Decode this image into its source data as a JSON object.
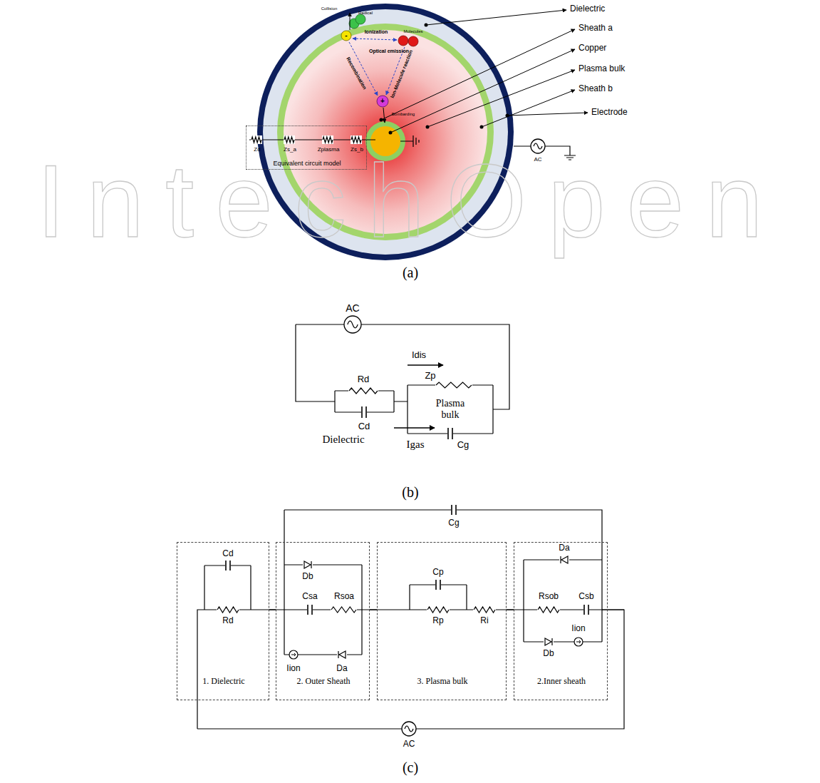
{
  "diagram": {
    "nodes": [
      {
        "text": [
          "Zd",
          "Zs_a",
          "Zplasma",
          "Zs_b",
          "Equivalent circuit model"
        ]
      },
      {
        "text": [
          "1. Dielectric"
        ]
      },
      {
        "text": [
          "2. Outer Sheath"
        ]
      },
      {
        "text": [
          "3. Plasma bulk"
        ]
      },
      {
        "text": [
          "2.Inner sheath"
        ]
      }
    ],
    "edges": [
      {
        "from": 1,
        "to": 2,
        "arrow": "none"
      },
      {
        "from": 2,
        "to": 3,
        "arrow": "none"
      },
      {
        "from": 3,
        "to": 4,
        "arrow": "none"
      }
    ],
    "labels": [
      "Dielectric",
      "Sheath a",
      "Copper",
      "Plasma bulk",
      "Sheath b",
      "Electrode",
      "Radical",
      "Collision",
      "Ionization",
      "Molecules",
      "Optical emission",
      "Recombination",
      "Ion-Molecule reaction",
      "Bombarding",
      "-",
      "+",
      "AC",
      "IntechOpen",
      "(a)",
      "AC",
      "Idis",
      "Zp",
      "Rd",
      "Plasma bulk",
      "Cd",
      "Dielectric",
      "Igas",
      "Cg",
      "(b)",
      "Cg",
      "Cd",
      "Rd",
      "Db",
      "Csa",
      "Rsoa",
      "Iion",
      "Da",
      "Cp",
      "Rp",
      "Ri",
      "Da",
      "Csb",
      "Rsob",
      "Iion",
      "Db",
      "AC",
      "(c)"
    ]
  }
}
